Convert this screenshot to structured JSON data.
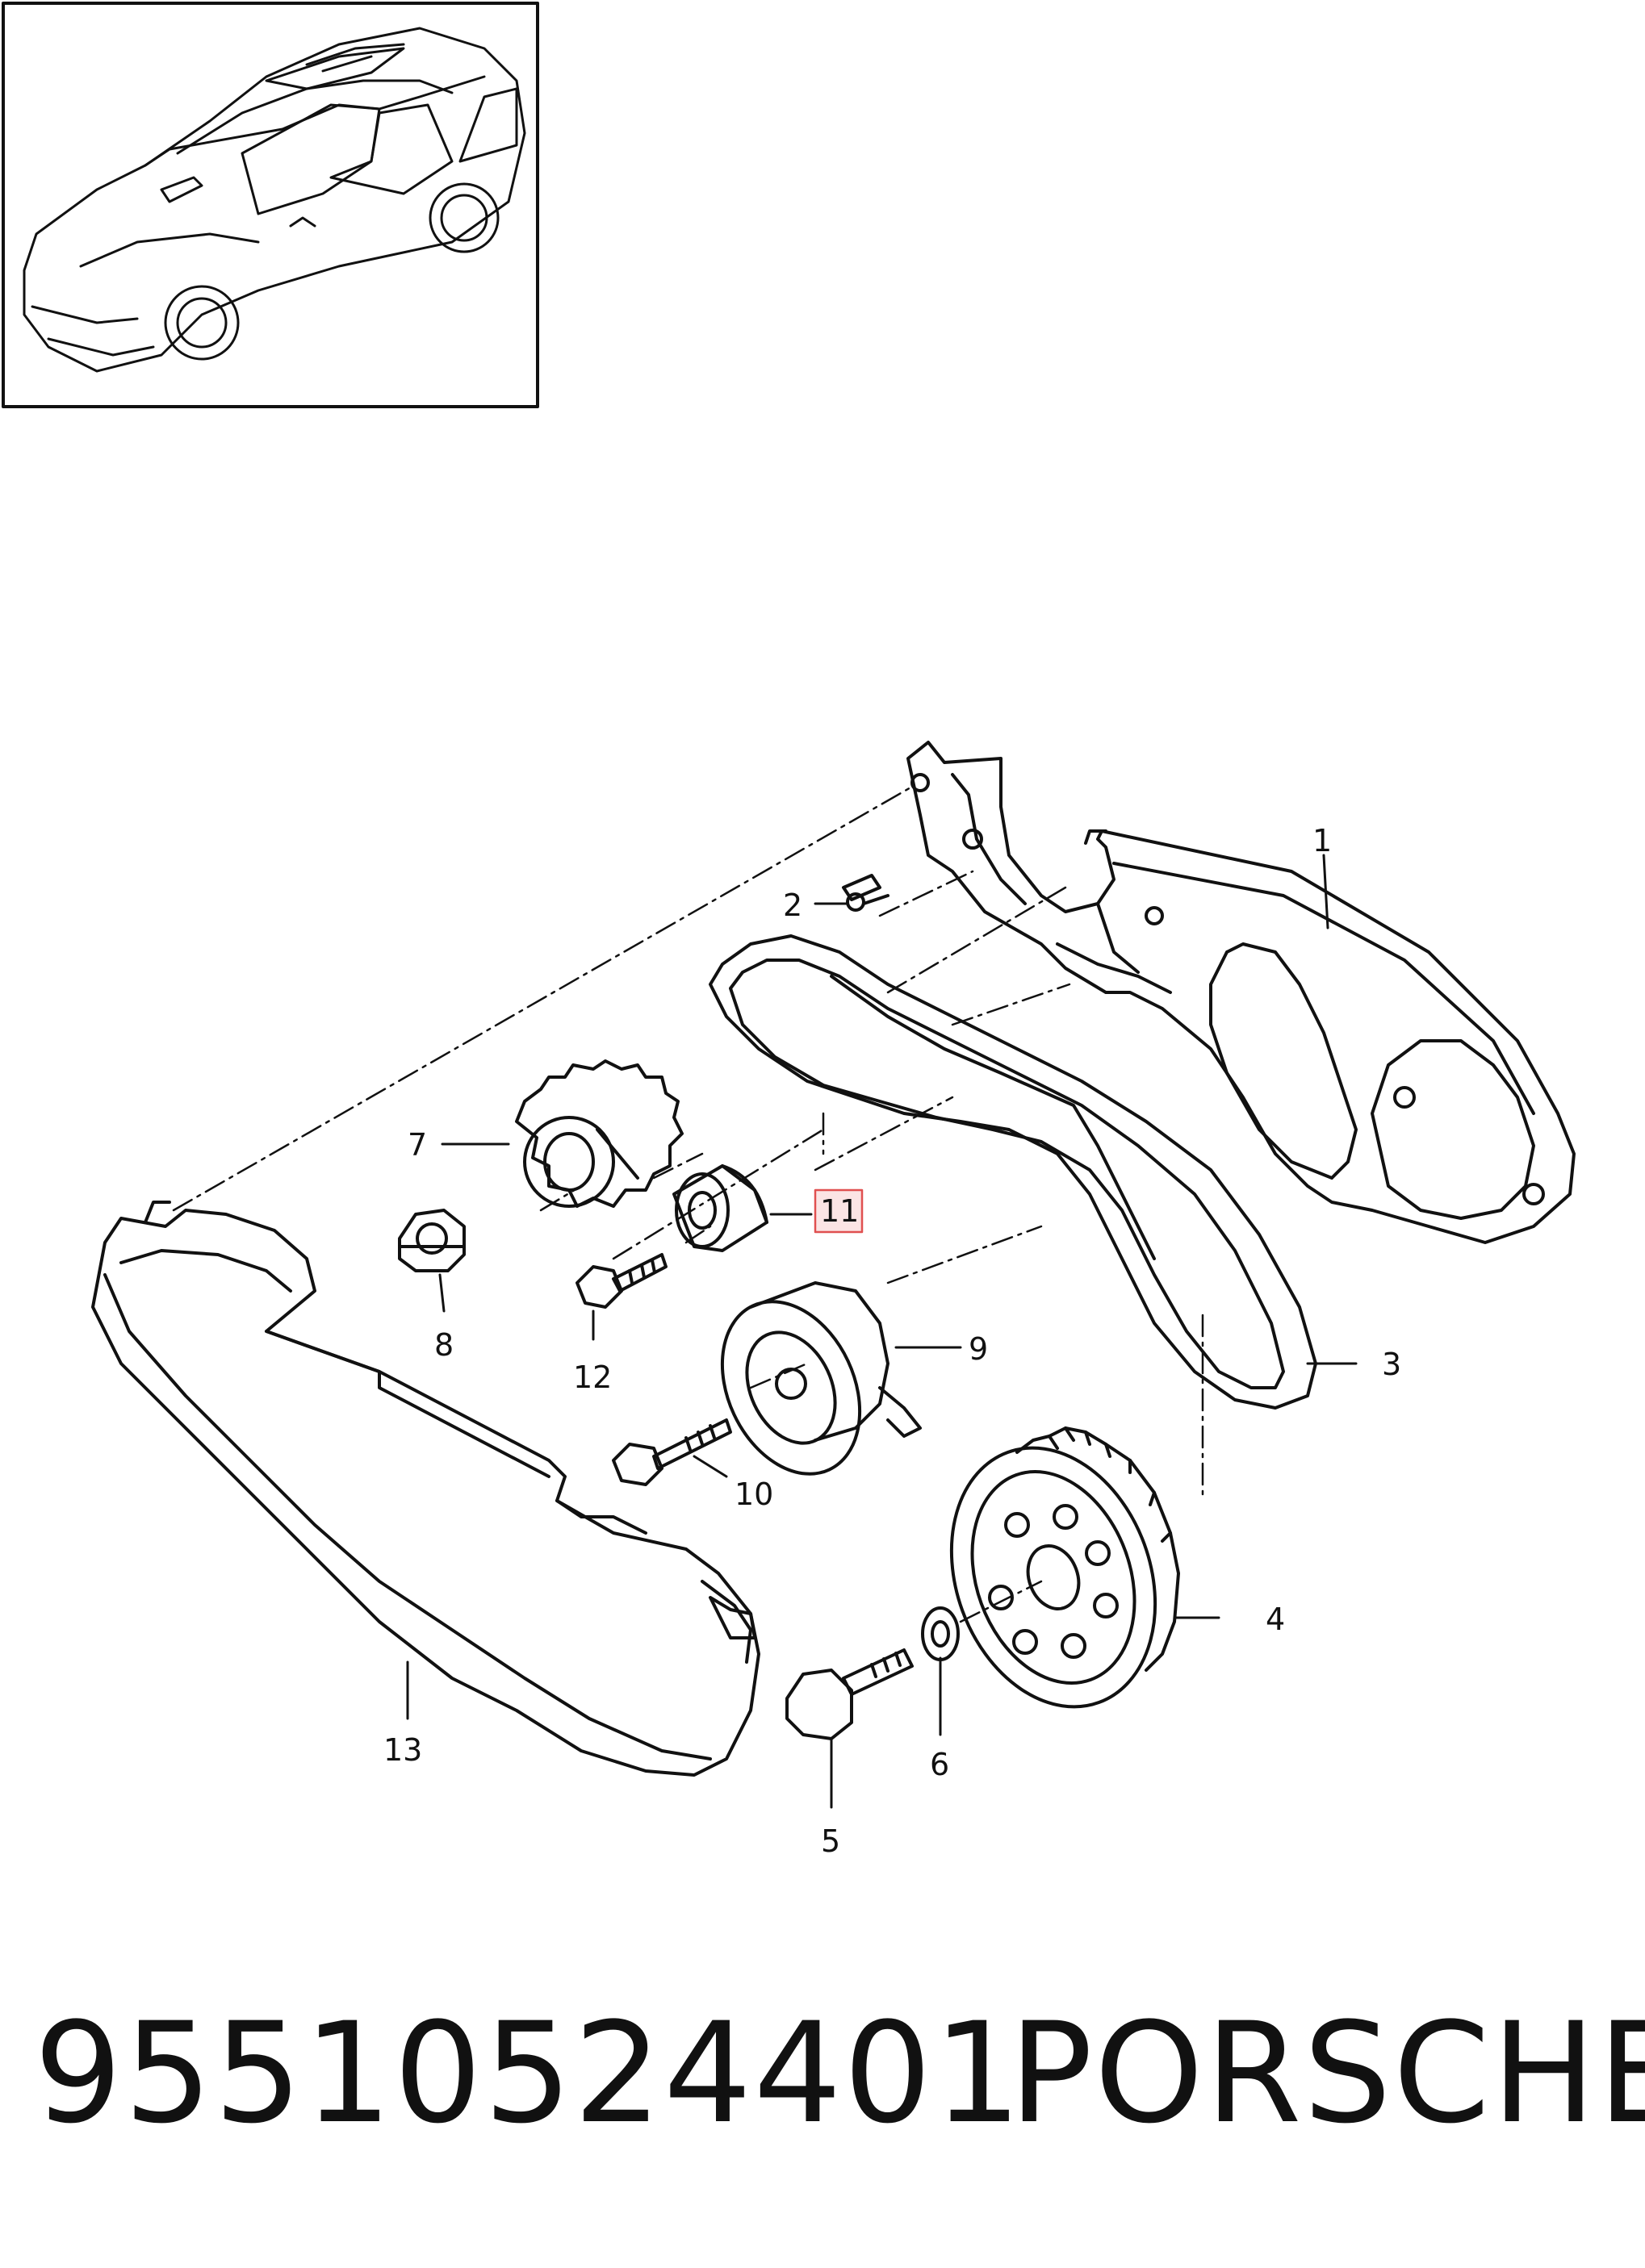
{
  "callouts": {
    "c1": "1",
    "c2": "2",
    "c3": "3",
    "c4": "4",
    "c5": "5",
    "c6": "6",
    "c7": "7",
    "c8": "8",
    "c9": "9",
    "c10": "10",
    "c11": "11",
    "c12": "12",
    "c13": "13"
  },
  "highlighted_callout": "11",
  "highlight_color": "#e05050",
  "footer": {
    "part_number": "95510524401",
    "brand": "PORSCHE"
  }
}
